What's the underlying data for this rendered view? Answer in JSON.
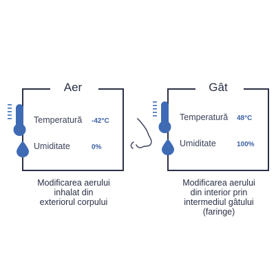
{
  "panels": [
    {
      "title": "Aer",
      "temperature_label": "Temperatură",
      "temperature_value": "-42°C",
      "humidity_label": "Umiditate",
      "humidity_value": "0%",
      "caption_lines": [
        "Modificarea aerului",
        "inhalat din",
        "exteriorul corpului"
      ]
    },
    {
      "title": "Gât",
      "temperature_label": "Temperatură",
      "temperature_value": "48°C",
      "humidity_label": "Umiditate",
      "humidity_value": "100%",
      "caption_lines": [
        "Modificarea aerului",
        "din interior prin",
        "intermediul gâtului",
        "(faringe)"
      ]
    }
  ],
  "icons": {
    "thermometer": "thermometer-icon",
    "droplet": "water-drop-icon",
    "nose": "nose-icon"
  },
  "colors": {
    "accent": "#3f6bb5",
    "frame": "#2a2f45"
  }
}
